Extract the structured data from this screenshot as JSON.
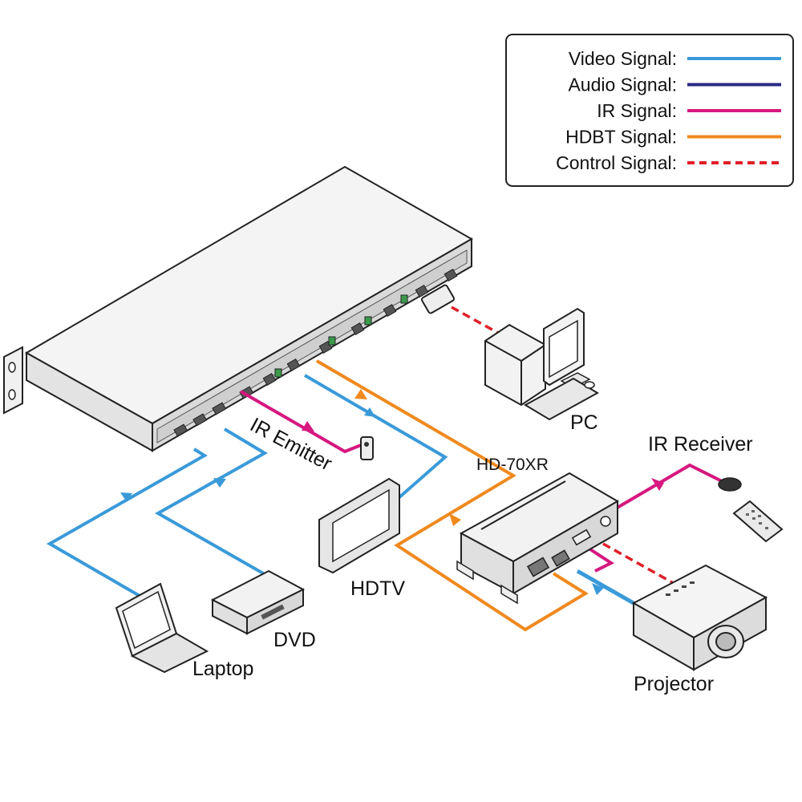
{
  "legend": {
    "items": [
      {
        "label": "Video Signal:",
        "color": "#3a9ad9",
        "style": "solid"
      },
      {
        "label": "Audio Signal:",
        "color": "#2a2a86",
        "style": "solid"
      },
      {
        "label": "IR  Signal:",
        "color": "#d6187f",
        "style": "solid"
      },
      {
        "label": "HDBT Signal:",
        "color": "#f0891e",
        "style": "solid"
      },
      {
        "label": "Control  Signal:",
        "color": "#e0202a",
        "style": "dashed"
      }
    ]
  },
  "labels": {
    "ir_emitter": "IR Emitter",
    "hd70xr": "HD-70XR",
    "pc": "PC",
    "ir_receiver": "IR Receiver",
    "hdtv": "HDTV",
    "dvd": "DVD",
    "laptop": "Laptop",
    "projector": "Projector"
  },
  "colors": {
    "video": "#3a9ad9",
    "ir": "#d6187f",
    "hdbt": "#f0891e",
    "control": "#e0202a",
    "device_fill": "#f2f2f2",
    "device_stroke": "#222222"
  }
}
